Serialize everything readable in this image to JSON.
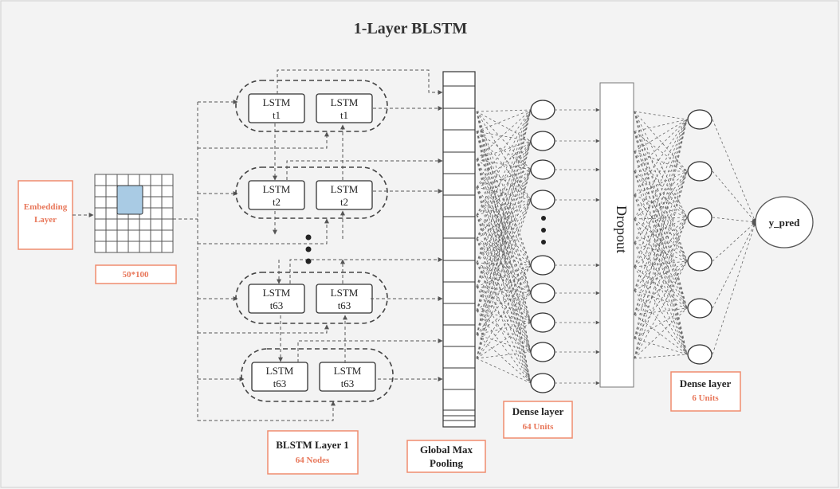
{
  "title": "1-Layer BLSTM",
  "embedding": {
    "label_line1": "Embedding",
    "label_line2": "Layer",
    "dims": "50*100"
  },
  "lstm": {
    "word": "LSTM",
    "rows": [
      {
        "left_step": "t1",
        "right_step": "t1"
      },
      {
        "left_step": "t2",
        "right_step": "t2"
      },
      {
        "left_step": "t63",
        "right_step": "t63"
      },
      {
        "left_step": "t63",
        "right_step": "t63"
      }
    ]
  },
  "blstm_label": {
    "title": "BLSTM Layer 1",
    "sub": "64 Nodes"
  },
  "pooling_label": {
    "line1": "Global Max",
    "line2": "Pooling"
  },
  "dense64_label": {
    "title": "Dense layer",
    "sub": "64 Units"
  },
  "dropout_label": "Dropout",
  "dense6_label": {
    "title": "Dense layer",
    "sub": "6 Units"
  },
  "output_label": "y_pred",
  "colors": {
    "accent": "#f08c6e",
    "accent_text": "#e8775a",
    "cell_fill": "#a9cbe4",
    "line": "#555555"
  }
}
